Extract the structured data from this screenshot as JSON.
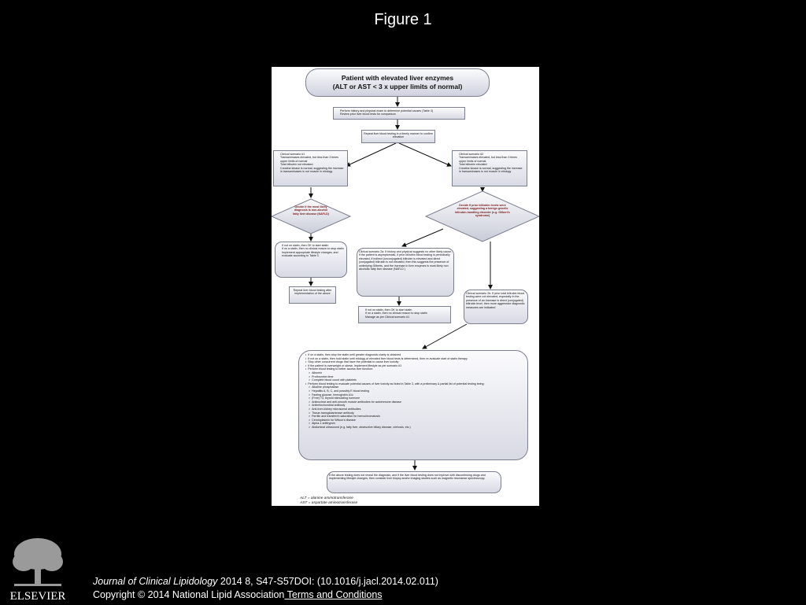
{
  "figure_title": "Figure 1",
  "flowchart": {
    "header": {
      "line1": "Patient with elevated liver enzymes",
      "line2": "(ALT or AST < 3 x upper limits of normal)"
    },
    "step1": [
      "Perform history and physical exam to determine potential causes (Table 3)",
      "Review prior liver blood tests for comparison"
    ],
    "step2": "Repeat liver blood testing in a timely manner to confirm elevation",
    "scenario1": [
      "Clinical scenario #1",
      "Transaminases elevated, but less than 3 times upper limits of normal",
      "Total bilirubin not elevated",
      "Creatine kinase is normal, suggesting the increase in transaminases is not muscle in etiology"
    ],
    "scenario2": [
      "Clinical scenario #2",
      "Transaminases elevated, but less than 3 times upper limits of normal",
      "Total bilirubin elevated",
      "Creatine kinase is normal, suggesting the increase in transaminases is not muscle in etiology"
    ],
    "decision1": "Decide if the most likely diagnosis is non-alcohol fatty liver disease (NAFLD)",
    "decision2": "Decide if prior bilirubin levels were elevated, suggesting a benign genetic bilirubin-handling disorder (e.g. Gilbert's syndrome)",
    "statin1": [
      "If not on statin, then OK to start statin",
      "If on a statin, then no clinical reason to stop statin",
      "Implement appropriate lifestyle changes, and evaluate according to Table 3."
    ],
    "repeat_after": "Repeat liver blood testing after implementation of the above",
    "scenario2a": "Clinical scenario 2a: If history and physical suggests no other likely cause, if the patient is asymptomatic, if prior bilirubin blood testing is periodically elevated, if indirect (unconjugated) bilirubin is elevated and direct (conjugated) bilirubin is not elevated, then this suggests the presence of underlying Gilberts, and the increase in liver enzymes is most likely non alcoholic fatty liver disease (NAFLD )",
    "statin2a": [
      "If not on statin, then OK to start statin",
      "If on a statin, then no clinical reason to stop statin",
      "Manage as per Clinical scenario #1"
    ],
    "scenario2b": "Clinical scenario 2b: If prior total bilirubin blood testing were not elevated, especially in the presence of an increase in direct (conjugated) bilirubin level, then more aggressive diagnostic measures are indicated",
    "bigbox": [
      {
        "b": "•",
        "t": "If on a statin, then stop the statin until greater diagnostic clarity is obtained"
      },
      {
        "b": "•",
        "t": "If not on a statin, then hold statin until etiology of elevated liver blood tests is determined, then re-evaluate start of statin therapy"
      },
      {
        "b": "•",
        "t": "Stop other concurrent drugs that have the potential to cause liver toxicity"
      },
      {
        "b": "•",
        "t": "If the patient is overweight or obese, implement lifestyle as per scenario #1"
      },
      {
        "b": "•",
        "t": "Perform blood testing to better access liver function:"
      },
      {
        "b": ">",
        "t": "Albumin"
      },
      {
        "b": ">",
        "t": "Prothrombin time"
      },
      {
        "b": ">",
        "t": "Complete blood count with platelets"
      },
      {
        "b": "•",
        "t": "Perform blood testing to evaluate potential causes of liver toxicity as listed in Table 3, with a preliminary & partial list of potential testing being:"
      },
      {
        "b": ">",
        "t": "Alkaline phosphatase"
      },
      {
        "b": ">",
        "t": "Hepatitis A, B, C, and possibly E blood testing"
      },
      {
        "b": ">",
        "t": "Fasting glucose, hemoglobin A1c"
      },
      {
        "b": ">",
        "t": "(Free) T4, thyroid stimulating hormone"
      },
      {
        "b": ">",
        "t": "Antinuclear and anti-smooth muscle antibodies for autoimmune disease"
      },
      {
        "b": ">",
        "t": "Antimitochondrial antibody"
      },
      {
        "b": ">",
        "t": "Anti-liver-kidney microsomal antibodies"
      },
      {
        "b": ">",
        "t": "Tissue-transglutaminase antibody"
      },
      {
        "b": ">",
        "t": "Ferritin and transferrin saturation for hemochromatosis"
      },
      {
        "b": ">",
        "t": "Ceruloplasmin for Wilson's disease"
      },
      {
        "b": ">",
        "t": "Alpha-1 antitrypsin"
      },
      {
        "b": ">",
        "t": "Abdominal ultrasound (e.g. fatty liver, obstructive biliary disease, cirrhosis, etc.)"
      }
    ],
    "final": "If the above testing does not reveal the diagnosis, and if the liver blood testing does not improve with discontinuing drugs and implementing lifestyle changes, then consider liver biopsy and/or imaging studies such as magnetic resonance spectroscopy.",
    "legend_alt": "ALT = alanine aminotransferase",
    "legend_ast": "AST = aspartate aminotransferase"
  },
  "logo_text": "ELSEVIER",
  "citation": {
    "journal": "Journal of Clinical Lipidology",
    "details": " 2014 8, S47-S57DOI: (10.1016/j.jacl.2014.02.011)",
    "copyright": "Copyright © 2014 National Lipid Association",
    "terms": " Terms and Conditions"
  }
}
